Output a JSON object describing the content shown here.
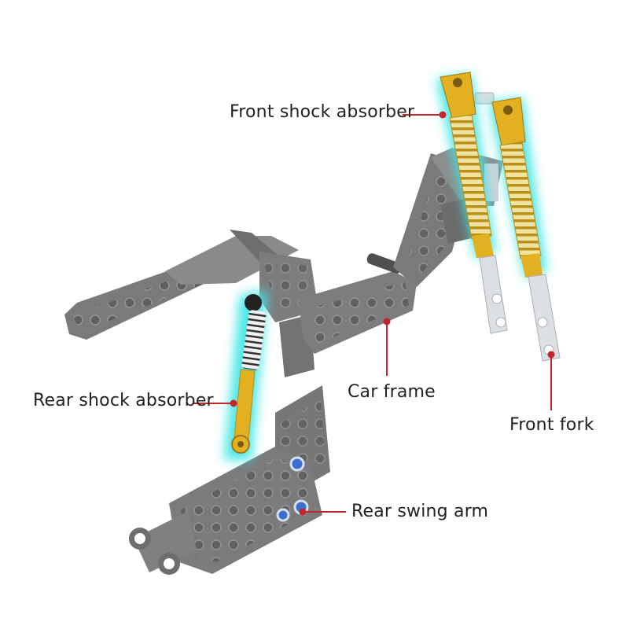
{
  "labels": {
    "front_shock_absorber": "Front shock absorber",
    "rear_shock_absorber": "Rear shock absorber",
    "car_frame": "Car frame",
    "front_fork": "Front fork",
    "rear_swing_arm": "Rear swing arm"
  },
  "colors": {
    "frame_gray": "#7a7a7a",
    "frame_dark": "#555555",
    "shock_gold": "#e2b020",
    "spring_light": "#f3e3a0",
    "glow_cyan": "#3fe6e6",
    "fork_white": "#dcdfe3",
    "leader_red": "#c0262c",
    "pin_blue": "#3a6fd0"
  }
}
